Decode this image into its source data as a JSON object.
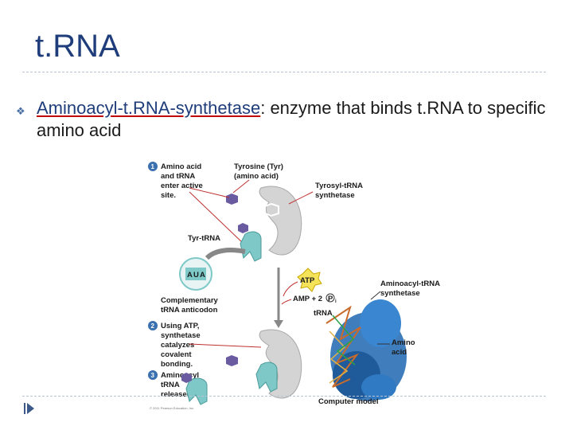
{
  "slide": {
    "title": "t.RNA",
    "bullet": {
      "term": "Aminoacyl-t.RNA-synthetase",
      "rest": ": enzyme that binds t.RNA to specific amino acid"
    }
  },
  "figure": {
    "step1": [
      "Amino acid",
      "and tRNA",
      "enter active",
      "site."
    ],
    "tyrosine": [
      "Tyrosine (Tyr)",
      "(amino acid)"
    ],
    "tyrosyl": [
      "Tyrosyl-tRNA",
      "synthetase"
    ],
    "tyr_trna": "Tyr-tRNA",
    "anticodon_letters": [
      "A",
      "U",
      "A"
    ],
    "complementary": [
      "Complementary",
      "tRNA anticodon"
    ],
    "atp": "ATP",
    "amp": "AMP + 2",
    "pi": "P",
    "pi_sub": "i",
    "aminoacyl_synth": [
      "Aminoacyl-tRNA",
      "synthetase"
    ],
    "trna_label": "tRNA",
    "step2": [
      "Using ATP,",
      "synthetase",
      "catalyzes",
      "covalent",
      "bonding."
    ],
    "step3": [
      "Aminoacyl",
      "tRNA",
      "released."
    ],
    "amino_acid": [
      "Amino",
      "acid"
    ],
    "computer_model": "Computer model",
    "step_numbers": [
      "1",
      "2",
      "3"
    ],
    "copyright": "© 2011 Pearson Education, Inc."
  },
  "colors": {
    "title": "#1f3d7a",
    "step_circle": "#3a6fb0",
    "enzyme": "#d4d4d4",
    "trna": "#7fc8c8",
    "amino": "#6a5aa0",
    "atp": "#f5e35a"
  }
}
